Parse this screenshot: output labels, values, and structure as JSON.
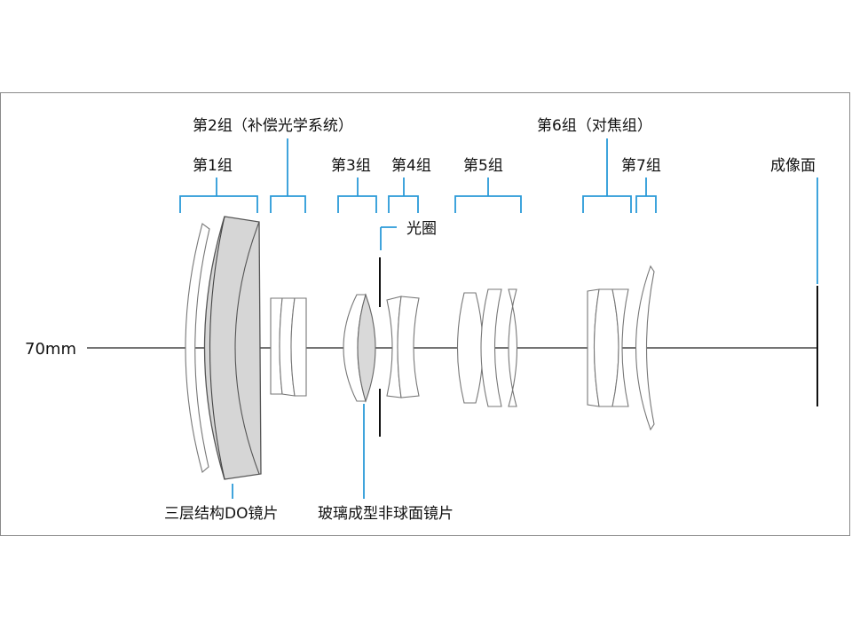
{
  "focal_length_label": "70mm",
  "groups": {
    "g1": "第1组",
    "g2": "第2组（补偿光学系统）",
    "g3": "第3组",
    "g4": "第4组",
    "g5": "第5组",
    "g6": "第6组（对焦组）",
    "g7": "第7组"
  },
  "aperture_label": "光圈",
  "image_plane_label": "成像面",
  "do_lens_label": "三层结构DO镜片",
  "aspherical_label": "玻璃成型非球面镜片",
  "colors": {
    "bracket": "#2a9ad8",
    "do_lens_fill": "#d6d6d6",
    "axis": "#222222"
  }
}
